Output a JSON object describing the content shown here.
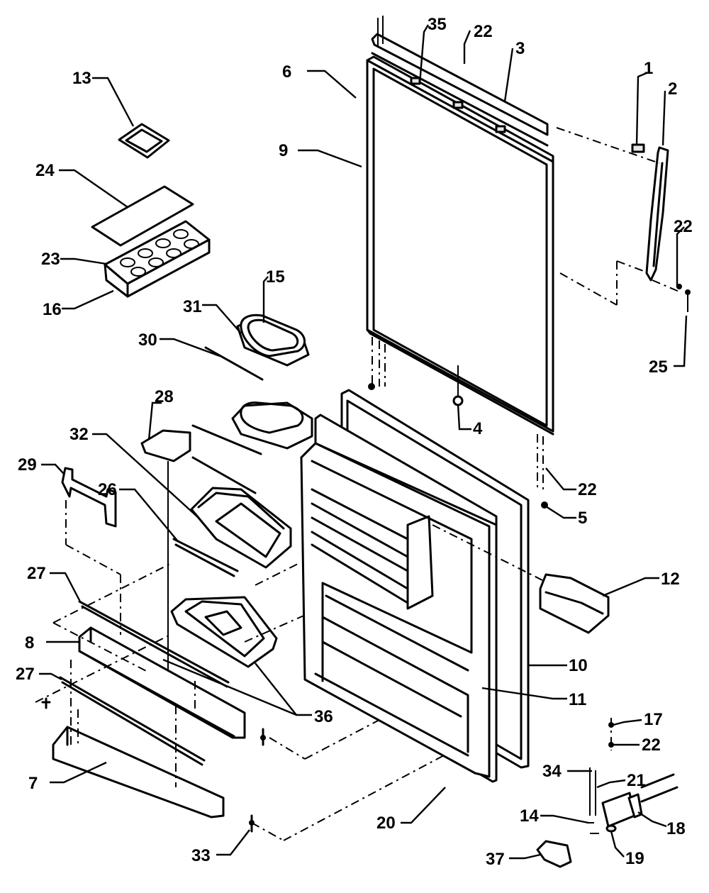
{
  "callouts": [
    {
      "id": "1",
      "text": "1"
    },
    {
      "id": "2",
      "text": "2"
    },
    {
      "id": "3",
      "text": "3"
    },
    {
      "id": "4",
      "text": "4"
    },
    {
      "id": "5",
      "text": "5"
    },
    {
      "id": "6",
      "text": "6"
    },
    {
      "id": "7",
      "text": "7"
    },
    {
      "id": "8",
      "text": "8"
    },
    {
      "id": "9",
      "text": "9"
    },
    {
      "id": "10",
      "text": "10"
    },
    {
      "id": "11",
      "text": "11"
    },
    {
      "id": "12",
      "text": "12"
    },
    {
      "id": "13",
      "text": "13"
    },
    {
      "id": "14",
      "text": "14"
    },
    {
      "id": "15",
      "text": "15"
    },
    {
      "id": "16",
      "text": "16"
    },
    {
      "id": "17",
      "text": "17"
    },
    {
      "id": "18",
      "text": "18"
    },
    {
      "id": "19",
      "text": "19"
    },
    {
      "id": "20",
      "text": "20"
    },
    {
      "id": "21",
      "text": "21"
    },
    {
      "id": "22a",
      "text": "22"
    },
    {
      "id": "22b",
      "text": "22"
    },
    {
      "id": "22c",
      "text": "22"
    },
    {
      "id": "22d",
      "text": "22"
    },
    {
      "id": "23",
      "text": "23"
    },
    {
      "id": "24",
      "text": "24"
    },
    {
      "id": "25",
      "text": "25"
    },
    {
      "id": "26",
      "text": "26"
    },
    {
      "id": "27a",
      "text": "27"
    },
    {
      "id": "27b",
      "text": "27"
    },
    {
      "id": "28",
      "text": "28"
    },
    {
      "id": "29",
      "text": "29"
    },
    {
      "id": "30",
      "text": "30"
    },
    {
      "id": "31",
      "text": "31"
    },
    {
      "id": "32",
      "text": "32"
    },
    {
      "id": "33",
      "text": "33"
    },
    {
      "id": "34",
      "text": "34"
    },
    {
      "id": "35",
      "text": "35"
    },
    {
      "id": "36",
      "text": "36"
    },
    {
      "id": "37",
      "text": "37"
    }
  ]
}
